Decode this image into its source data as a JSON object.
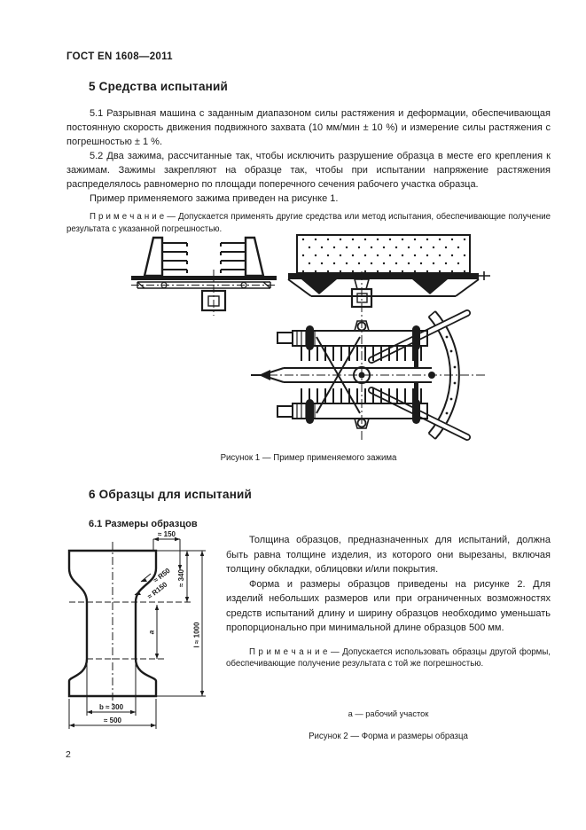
{
  "header": {
    "title": "ГОСТ  EN 1608—2011",
    "page_number": "2"
  },
  "section5": {
    "heading": "5  Средства испытаний",
    "para_5_1": "5.1  Разрывная машина с заданным диапазоном силы растяжения и деформации, обеспечивающая постоянную скорость движения подвижного захвата (10 мм/мин ± 10 %) и измерение силы растяжения с погрешностью ± 1 %.",
    "para_5_2": "5.2  Два зажима, рассчитанные так, чтобы исключить разрушение образца в месте его крепления к зажимам. Зажимы закрепляют на образце так, чтобы при испытании напряжение растяжения распределялось равномерно по площади поперечного сечения рабочего участка образца.",
    "para_example": "Пример применяемого зажима приведен на рисунке 1.",
    "note": "П р и м е ч а н и е — Допускается применять другие средства или метод испытания, обеспечивающие получение результата с указанной погрешностью.",
    "figure1_caption": "Рисунок 1 — Пример применяемого зажима"
  },
  "section6": {
    "heading": "6  Образцы для испытаний",
    "subheading": "6.1  Размеры образцов",
    "para_thickness": "Толщина образцов, предназначенных для испытаний, должна быть равна толщине изделия, из которого они вырезаны, включая толщину обкладки, облицовки и/или покрытия.",
    "para_shape": "Форма и размеры образцов приведены на рисунке 2. Для изделий небольших размеров или при ограниченных возможностях средств испытаний длину и ширину образцов необходимо уменьшать пропорционально при минимальной длине образцов 500 мм.",
    "note": "П р и м е ч а н и е — Допускается использовать образцы другой формы, обеспечивающие получение результата с той же погрешностью.",
    "legend": "a — рабочий участок",
    "figure2_caption": "Рисунок 2 — Форма и размеры образца"
  },
  "figure2_dims": {
    "top_width": "≈ 150",
    "upper_height": "≈ 340",
    "radius_small": "≈ R50",
    "radius_large": "≈ R150",
    "working_section": "a",
    "total_length": "l ≈ 1000",
    "waist_width": "b ≈ 300",
    "overall_width": "≈ 500"
  }
}
